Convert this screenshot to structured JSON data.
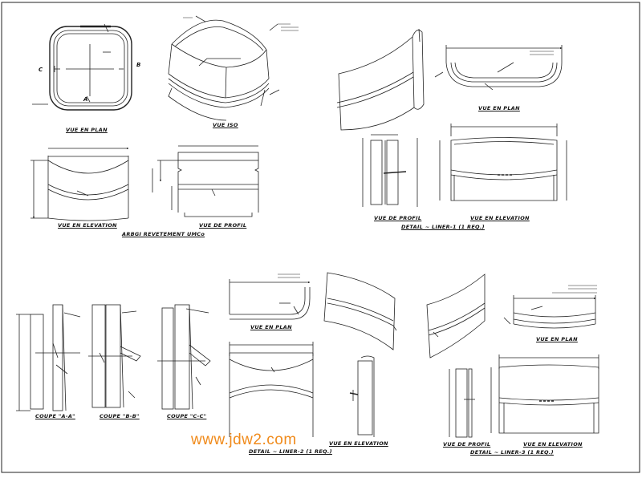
{
  "colors": {
    "line": "#222222",
    "watermark": "#f08a1a"
  },
  "labels": {
    "vue_en_plan_1": "VUE EN PLAN",
    "vue_iso": "VUE ISO",
    "vue_en_plan_2": "VUE EN PLAN",
    "vue_en_elevation_1": "VUE EN ELEVATION",
    "vue_de_profil_1": "VUE DE PROFIL",
    "title_1": "ARBGI REVETEMENT UMCo",
    "vue_de_profil_2": "VUE DE PROFIL",
    "vue_en_elevation_2": "VUE EN ELEVATION",
    "detail_1": "DETAIL ~ LINER-1 (1 REQ.)",
    "coupe_a": "COUPE \"A-A\"",
    "coupe_b": "COUPE \"B-B\"",
    "coupe_c": "COUPE \"C-C\"",
    "vue_en_plan_3": "VUE EN PLAN",
    "vue_en_elevation_3": "VUE EN ELEVATION",
    "detail_2": "DETAIL ~ LINER-2 (1 REQ.)",
    "vue_en_plan_4": "VUE EN PLAN",
    "vue_de_profil_3": "VUE DE PROFIL",
    "vue_en_elevation_4": "VUE EN ELEVATION",
    "detail_3": "DETAIL ~ LINER-3 (1 REQ.)",
    "marker_a": "A",
    "marker_b": "B",
    "marker_c": "C"
  },
  "watermark": "www.jdw2.com"
}
